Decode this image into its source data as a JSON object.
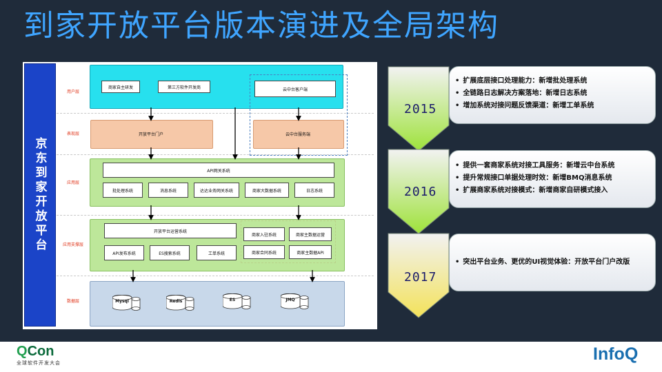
{
  "title": "到家开放平台版本演进及全局架构",
  "diagram": {
    "vertical_label": "京东到家开放平台",
    "layer_labels": [
      "用户层",
      "表现层",
      "应用层",
      "应用支撑层",
      "数据层"
    ],
    "user_layer": {
      "box1": "商家自主研发",
      "box2": "第三方软件开发商",
      "box3": "云中台客户端"
    },
    "presentation_layer": {
      "box1": "开放平台门户",
      "box2": "云中台服务端"
    },
    "app_layer": {
      "gateway": "API网关系统",
      "items": [
        "批处理系统",
        "消息系统",
        "达达业务网关系统",
        "商家大数据系统",
        "日志系统"
      ]
    },
    "support_layer": {
      "ops": "开放平台运营系统",
      "items": [
        "API发布系统",
        "ES搜索系统",
        "工单系统"
      ],
      "right_items": [
        "商家入驻系统",
        "商家主数据运营",
        "商家合同系统",
        "商家主数据API"
      ]
    },
    "data_layer": [
      "Mysql",
      "Redis",
      "ES",
      "JMQ"
    ]
  },
  "timeline": [
    {
      "year": "2015",
      "items": [
        "扩展底层接口处理能力：新增批处理系统",
        "全链路日志解决方案落地：新增日志系统",
        "增加系统对接问题反馈渠道：新增工单系统"
      ]
    },
    {
      "year": "2016",
      "items": [
        "提供一套商家系统对接工具服务：新增云中台系统",
        "提升常规接口单据处理时效：新增BMQ消息系统",
        "扩展商家系统对接模式：新增商家自研模式接入"
      ]
    },
    {
      "year": "2017",
      "items": [
        "突出平台业务、更优的UI视觉体验：开放平台门户改版"
      ]
    }
  ],
  "footer": {
    "qcon_q": "Q",
    "qcon_rest": "Con",
    "qcon_sub": "全球软件开发大会",
    "infoq": "InfoQ"
  },
  "colors": {
    "title": "#3fa5ff",
    "background": "#1f2b3a",
    "arrow_green": "#a8e040"
  }
}
